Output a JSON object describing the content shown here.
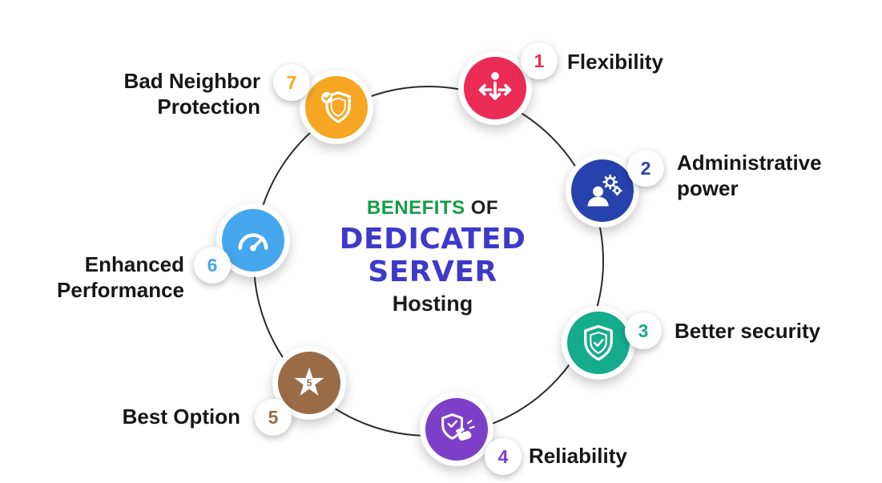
{
  "title": {
    "line1_highlight": "BENEFITS",
    "line1_rest": " OF",
    "line2": "DEDICATED SERVER",
    "line3": "Hosting",
    "highlight_color": "#169c46",
    "line2_color": "#3d39cb"
  },
  "items": [
    {
      "number": "1",
      "label": "Flexibility",
      "color": "#ea2c54",
      "icon": "multi-direction-arrows-icon"
    },
    {
      "number": "2",
      "label": "Administrative power",
      "color": "#2742ad",
      "icon": "admin-user-gears-icon"
    },
    {
      "number": "3",
      "label": "Better security",
      "color": "#15ab8d",
      "icon": "shield-icon"
    },
    {
      "number": "4",
      "label": "Reliability",
      "color": "#7d3fc8",
      "icon": "shield-hand-icon"
    },
    {
      "number": "5",
      "label": "Best Option",
      "color": "#996b47",
      "icon": "star-icon"
    },
    {
      "number": "6",
      "label": "Enhanced Performance",
      "color": "#45a7ee",
      "icon": "speedometer-icon"
    },
    {
      "number": "7",
      "label": "Bad Neighbor Protection",
      "color": "#f5a623",
      "icon": "shield-check-icon"
    }
  ]
}
